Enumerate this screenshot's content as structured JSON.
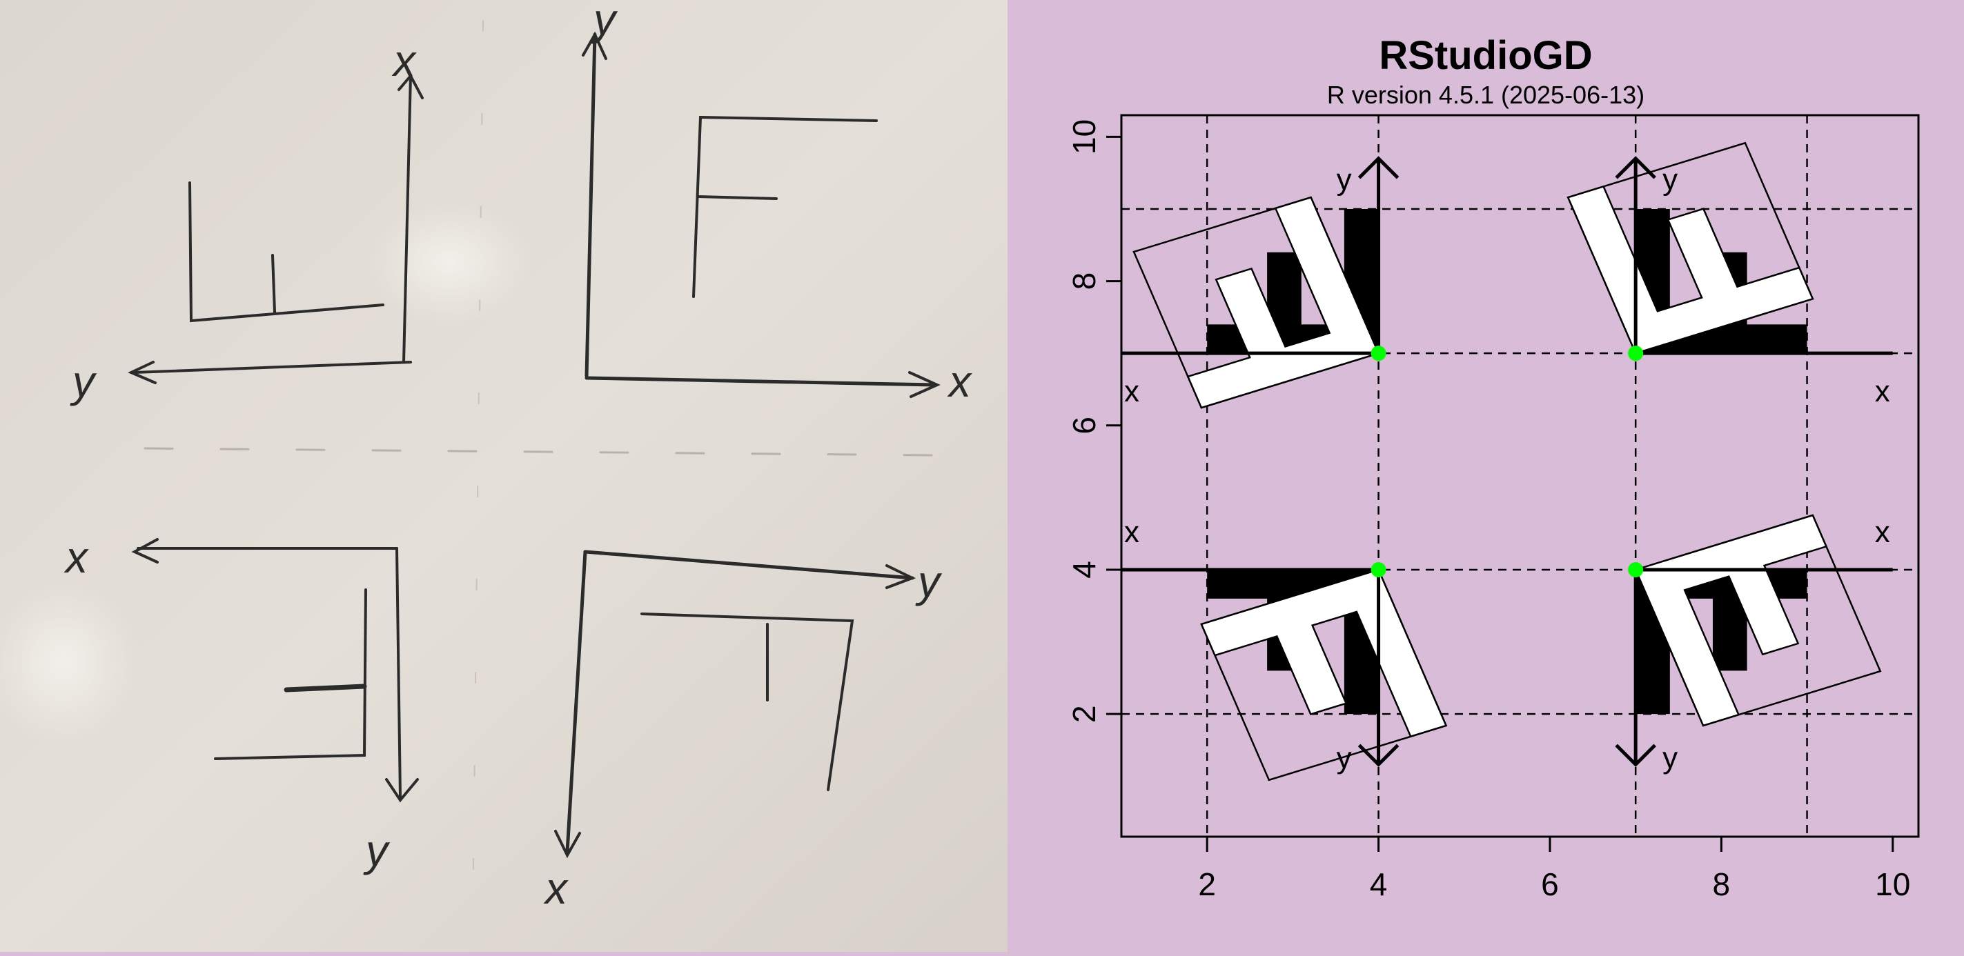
{
  "whiteboard": {
    "axis_labels": {
      "q1_x": "x",
      "q1_y": "y",
      "q2_x": "x",
      "q2_y": "y",
      "q3_x": "x",
      "q3_y": "y",
      "q4_x": "x",
      "q4_y": "y"
    }
  },
  "plot": {
    "title": "RStudioGD",
    "subtitle": "R version 4.5.1 (2025-06-13)",
    "colors": {
      "background": "#d8bcd8",
      "point": "#00ff00",
      "fill_dark": "#000000",
      "fill_light": "#ffffff"
    }
  },
  "chart_data": {
    "type": "scatter",
    "title": "RStudioGD",
    "subtitle": "R version 4.5.1 (2025-06-13)",
    "xlabel": "",
    "ylabel": "",
    "xlim": [
      1,
      10.3
    ],
    "ylim": [
      0.3,
      10.3
    ],
    "xticks": [
      2,
      4,
      6,
      8,
      10
    ],
    "yticks": [
      2,
      4,
      6,
      8,
      10
    ],
    "gridlines_x": [
      2,
      4,
      7,
      9
    ],
    "gridlines_y": [
      2,
      4,
      7,
      9
    ],
    "points": [
      {
        "x": 4,
        "y": 7
      },
      {
        "x": 7,
        "y": 7
      },
      {
        "x": 4,
        "y": 4
      },
      {
        "x": 7,
        "y": 4
      }
    ],
    "frames": [
      {
        "origin": [
          4,
          7
        ],
        "x_dir": -1,
        "y_dir": 1,
        "x_label": "x",
        "y_label": "y"
      },
      {
        "origin": [
          7,
          7
        ],
        "x_dir": 1,
        "y_dir": 1,
        "x_label": "x",
        "y_label": "y"
      },
      {
        "origin": [
          4,
          4
        ],
        "x_dir": -1,
        "y_dir": -1,
        "x_label": "x",
        "y_label": "y"
      },
      {
        "origin": [
          7,
          4
        ],
        "x_dir": 1,
        "y_dir": -1,
        "x_label": "x",
        "y_label": "y"
      }
    ],
    "grid": true
  }
}
